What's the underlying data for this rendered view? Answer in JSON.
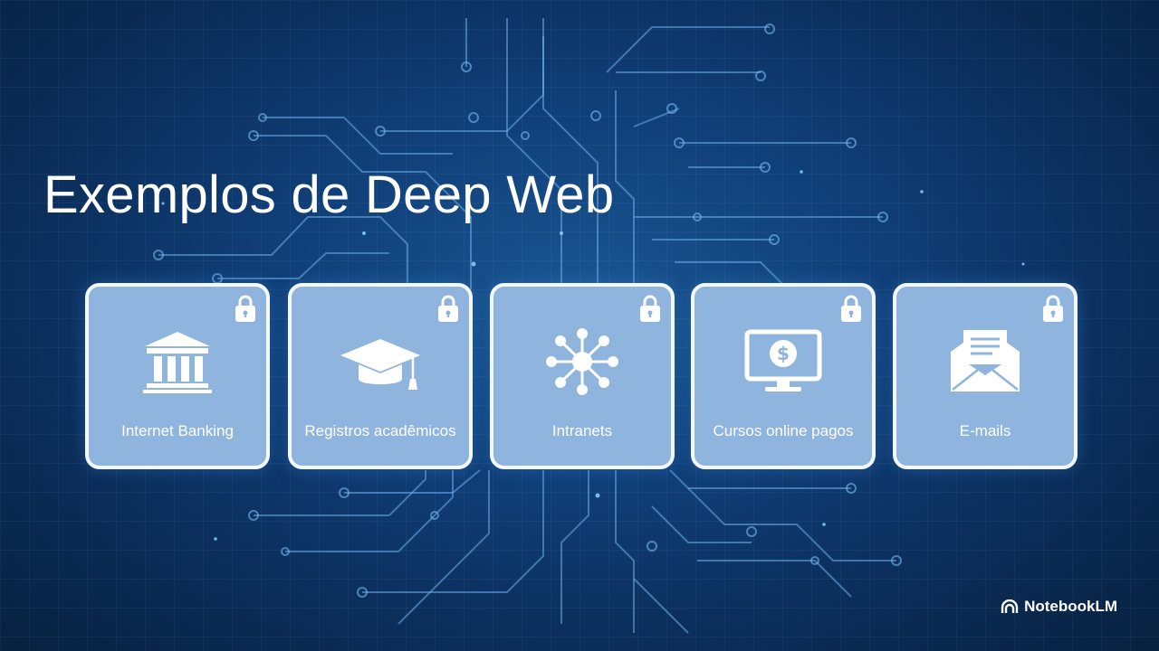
{
  "slide": {
    "title": "Exemplos de Deep Web",
    "cards": [
      {
        "label": "Internet Banking",
        "icon": "bank-icon"
      },
      {
        "label": "Registros acadêmicos",
        "icon": "graduation-cap-icon"
      },
      {
        "label": "Intranets",
        "icon": "network-hub-icon"
      },
      {
        "label": "Cursos online pagos",
        "icon": "monitor-dollar-icon"
      },
      {
        "label": "E-mails",
        "icon": "envelope-icon"
      }
    ]
  },
  "brand": {
    "name": "NotebookLM",
    "icon": "notebooklm-logo-icon"
  },
  "colors": {
    "background": "#0f3d72",
    "card_fill": "#8fb4dd",
    "card_border": "#f3f8fd",
    "circuit": "#6eafeb",
    "text": "#ffffff"
  }
}
